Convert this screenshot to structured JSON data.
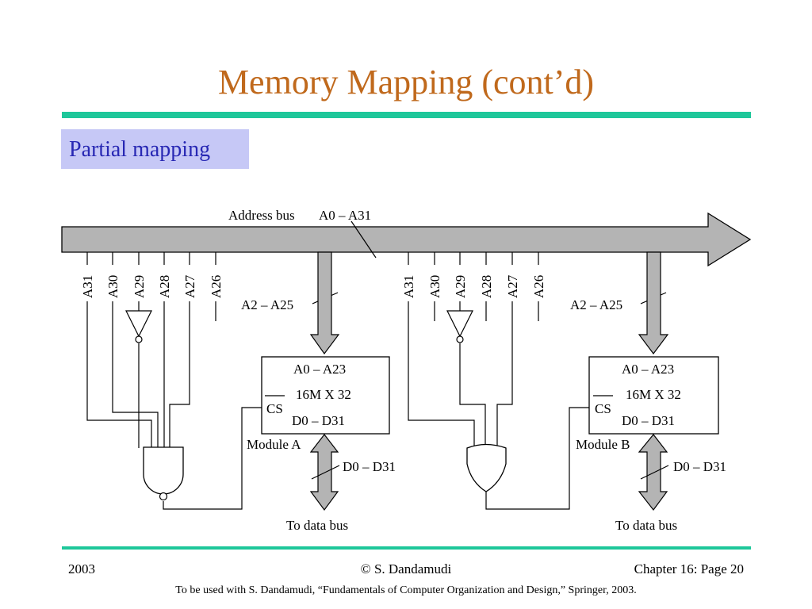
{
  "slide": {
    "title": "Memory Mapping (cont’d)",
    "subtitle": "Partial mapping"
  },
  "diagram": {
    "bus_label": "Address bus",
    "bus_range": "A0 – A31",
    "module_a": {
      "address_lines": [
        "A31",
        "A30",
        "A29",
        "A28",
        "A27",
        "A26"
      ],
      "addr_branch": "A2 – A25",
      "chip_addr": "A0 – A23",
      "chip_size": "16M X 32",
      "chip_cs": "CS",
      "chip_data": "D0 – D31",
      "module_label": "Module A",
      "data_label": "D0 – D31",
      "to_bus": "To data bus"
    },
    "module_b": {
      "address_lines": [
        "A31",
        "A30",
        "A29",
        "A28",
        "A27",
        "A26"
      ],
      "addr_branch": "A2 – A25",
      "chip_addr": "A0 – A23",
      "chip_size": "16M X 32",
      "chip_cs": "CS",
      "chip_data": "D0 – D31",
      "module_label": "Module B",
      "data_label": "D0 – D31",
      "to_bus": "To data bus"
    }
  },
  "footer": {
    "year": "2003",
    "author": "© S. Dandamudi",
    "page": "Chapter 16: Page 20",
    "credit": "To be used with S. Dandamudi, “Fundamentals of Computer Organization and Design,” Springer, 2003."
  },
  "colors": {
    "title": "#c0691c",
    "rule": "#1ec79a",
    "subtitle_bg": "#c6c8f6",
    "subtitle_text": "#2828b4",
    "bus_fill": "#b4b4b4"
  }
}
